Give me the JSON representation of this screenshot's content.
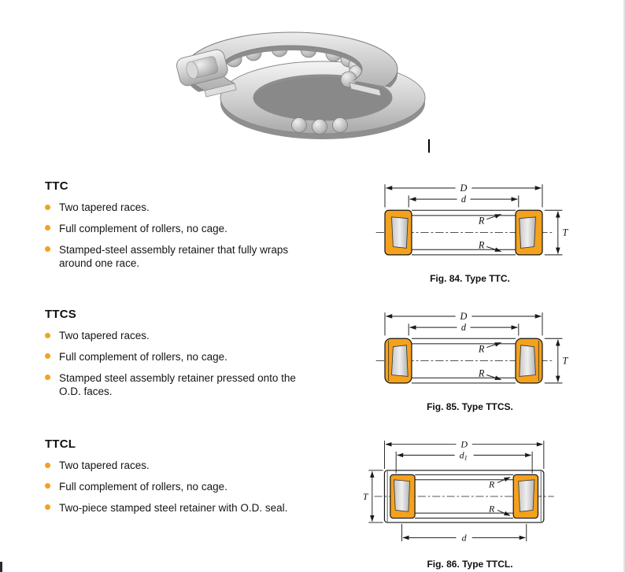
{
  "page": {
    "sections": [
      {
        "heading": "TTC",
        "bullets": [
          "Two tapered races.",
          "Full complement of rollers, no cage.",
          "Stamped-steel assembly retainer that fully wraps around one race."
        ],
        "figure_caption": "Fig. 84. Type TTC."
      },
      {
        "heading": "TTCS",
        "bullets": [
          "Two tapered races.",
          "Full complement of rollers, no cage.",
          "Stamped steel assembly retainer pressed onto the O.D. faces."
        ],
        "figure_caption": "Fig. 85. Type TTCS."
      },
      {
        "heading": "TTCL",
        "bullets": [
          "Two tapered races.",
          "Full complement of rollers, no cage.",
          "Two-piece stamped steel retainer with O.D. seal."
        ],
        "figure_caption": "Fig. 86. Type TTCL."
      }
    ],
    "dims": {
      "D": "D",
      "d": "d",
      "R": "R",
      "T": "T",
      "sub1": "1"
    },
    "colors": {
      "race": "#F4A11D",
      "bullet": "#F4A11D"
    }
  }
}
